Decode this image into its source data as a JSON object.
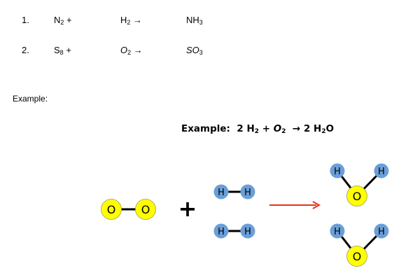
{
  "problems": [
    {
      "number": "1.",
      "reactant1": {
        "symbol": "N",
        "sub": "2",
        "op": "+"
      },
      "reactant2": {
        "symbol": "H",
        "sub": "2",
        "op": "→"
      },
      "product": {
        "symbol": "NH",
        "sub": "3"
      }
    },
    {
      "number": "2.",
      "reactant1": {
        "symbol": "S",
        "sub": "8",
        "op": "+"
      },
      "reactant2": {
        "symbol": "O",
        "sub": "2",
        "op": "→"
      },
      "product": {
        "symbol": "SO",
        "sub": "3"
      }
    }
  ],
  "example_label": "Example:",
  "example_equation": {
    "prefix": "Example:",
    "coef1": "2",
    "r1_symbol": "H",
    "r1_sub": "2",
    "plus": "+",
    "r2_symbol": "O",
    "r2_sub": "2",
    "arrow": "→",
    "coef2": "2",
    "p_symbol": "H",
    "p_sub": "2",
    "p_tail": "O"
  },
  "diagram": {
    "oxygen_label": "O",
    "hydrogen_label": "H",
    "plus_sign": "+",
    "colors": {
      "oxygen": "#ffff00",
      "hydrogen": "#6a9fd8",
      "arrow": "#e8341c",
      "bond": "#000000"
    }
  }
}
